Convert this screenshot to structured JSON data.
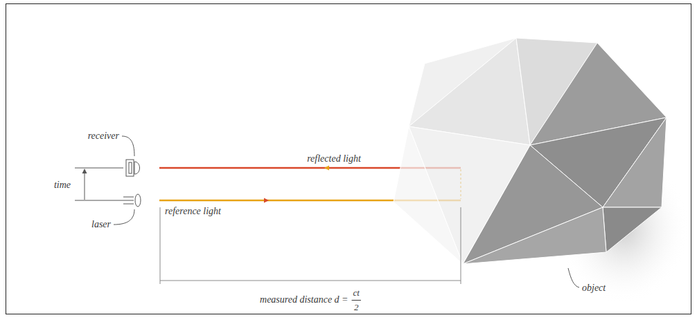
{
  "diagram": {
    "labels": [
      "receiver",
      "time",
      "laser",
      "reflected light",
      "reference light",
      "measured distance d =",
      "ct",
      "2",
      "object"
    ]
  }
}
